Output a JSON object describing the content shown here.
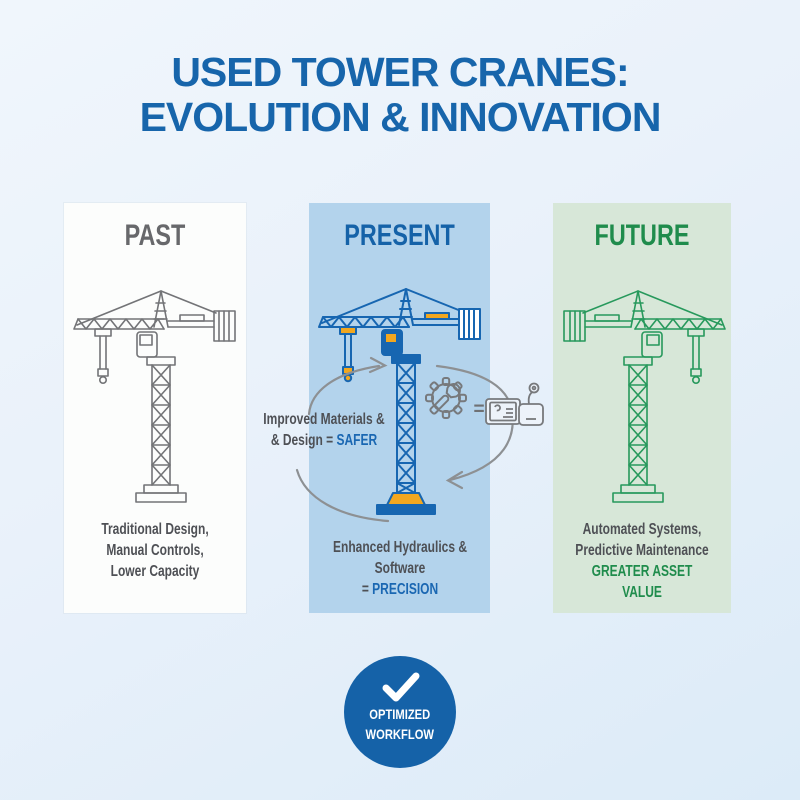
{
  "title": {
    "line1": "USED TOWER CRANES:",
    "line2": "EVOLUTION & INNOVATION"
  },
  "panels": {
    "past": {
      "label": "PAST",
      "lines": [
        "Traditional Design,",
        "Manual Controls,",
        "Lower Capacity"
      ]
    },
    "present": {
      "label": "PRESENT",
      "side_note": {
        "line1": "Improved Materials &",
        "line2_prefix": "& Design = ",
        "line2_highlight": "SAFER"
      },
      "bottom_note": {
        "line1": "Enhanced Hydraulics & Software",
        "line2_prefix": "= ",
        "line2_highlight": "PRECISION"
      }
    },
    "future": {
      "label": "FUTURE",
      "lines": [
        "Automated Systems,",
        "Predictive Maintenance"
      ],
      "highlight": "GREATER ASSET VALUE"
    }
  },
  "cycle": {
    "equals_sign": "=",
    "icons": [
      "gear-wrench-icon",
      "tablet-display-icon",
      "joystick-control-icon"
    ],
    "arrows": [
      "cycle-arrow-top-right",
      "cycle-arrow-bottom-left"
    ]
  },
  "badge": {
    "line1": "OPTIMIZED",
    "line2": "WORKFLOW",
    "icon": "checkmark-icon"
  },
  "colors": {
    "title_blue": "#1765ab",
    "present_heading_blue": "#1562a8",
    "past_heading_gray": "#67686b",
    "future_green": "#1f8c4c",
    "highlight_blue": "#1a67b2",
    "body_gray": "#4e5055",
    "badge_bg": "#1562a8",
    "panel_past_bg": "#fcfdfc",
    "panel_present_bg": "#b3d3ec",
    "panel_future_bg": "#d7e7d8",
    "crane_gray": "#737477",
    "crane_blue": "#1766b1",
    "accent_yellow": "#f2a71f",
    "arrow_gray": "#8d9093",
    "page_bg": "#e6f0f9"
  }
}
